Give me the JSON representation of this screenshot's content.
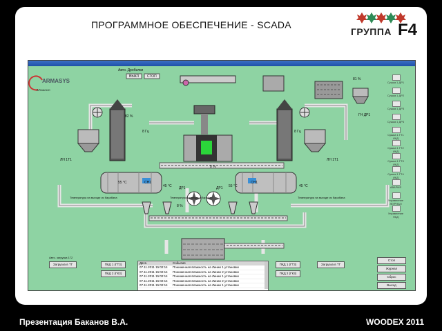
{
  "header": {
    "title": "ПРОГРАММНОЕ ОБЕСПЕЧЕНИЕ - SCADA",
    "logo_text": "ГРУППА",
    "logo_mark": "F4",
    "leaf_colors": [
      "#c0392b",
      "#2e8b57",
      "#c0392b",
      "#2e8b57",
      "#c0392b"
    ]
  },
  "footer": {
    "author": "Презентация Баканов В.А.",
    "event": "WOODEX 2011"
  },
  "scada": {
    "brand": "ARMASYS",
    "background": "#8ed3a3",
    "labels": {
      "auto_dryer": "Авто. Дробилки",
      "drive_off": "ВЫКЛ",
      "drive_stop": "СТОП",
      "line1": "ЛН 1Т1",
      "line2": "ЛН 1Т1",
      "gh_dp": "ГН ДР1",
      "sn1": "СН1",
      "sn2": "СН1",
      "dr1": "ДР1",
      "dr2": "ДР1",
      "temp_left": "Температура на выходе из барабана",
      "temp_mid": "Температура на входе в барабан",
      "temp_right": "Температура на выходе из барабана"
    },
    "values": {
      "t_left": "55 °С",
      "t_mid_left": "45 °С",
      "t_mid_right": "55 °С",
      "t_right": "45 °С",
      "pct_a": "82 %",
      "pct_b": "8 %",
      "hz_a": "8 Гц",
      "hz_b": "8 Гц",
      "pct_c": "8 %",
      "pct_d": "81 %"
    },
    "buttons": {
      "load_left": "Загрузка в ТГ",
      "load_right": "Загрузка в ТГ",
      "pk1_left": "ПКД 1 (ГТ3)",
      "pk2_left": "ПКД 2 (ГК3)",
      "pk1_right": "ПКД 1 (ГТ3)",
      "pk2_right": "ПКД 2 (ГК3)",
      "stop": "Стоп",
      "start": "Журнал",
      "reset": "Сброс",
      "exit": "Выход"
    },
    "side_items": [
      "Сушка 1 ДР1",
      "Сушка 1 ДР2",
      "Сушка 1 ДР3",
      "Сушка 1 ДР4",
      "Сушка 1 ГТ1 ИКД",
      "Сушка 1 ГТ2 ИКД",
      "Сушка 1 ГТ3 ИКД",
      "Сушка 1 ГТ4 ИКД",
      "АВАРИЯ",
      "Управление ЖУРНАЛ",
      "Управление ПКД"
    ],
    "events": {
      "col_date": "Дата",
      "col_event": "События",
      "rows": [
        {
          "date": "07.11.2011 15:02:14",
          "text": "Пониженная влажность на Линии 1 установки"
        },
        {
          "date": "07.11.2011 15:02:14",
          "text": "Пониженная влажность на Линии 2 установки"
        },
        {
          "date": "07.11.2011 15:02:14",
          "text": "Пониженная влажность на Линии 1 установки"
        },
        {
          "date": "07.11.2011 15:02:14",
          "text": "Пониженная влажность на Линии 2 установки"
        },
        {
          "date": "07.11.2011 15:02:14",
          "text": "Пониженная влажность на Линии 1 установки"
        }
      ]
    }
  }
}
